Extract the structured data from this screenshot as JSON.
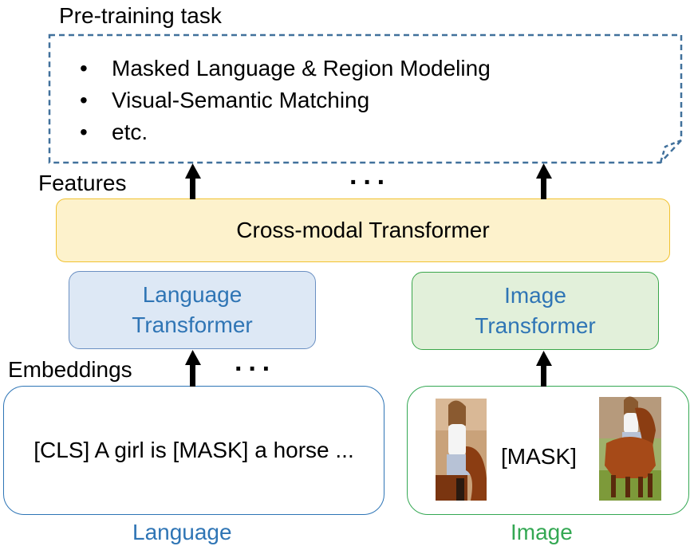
{
  "pretraining": {
    "title": "Pre-training task",
    "bullet": "•",
    "items": [
      "Masked Language & Region Modeling",
      "Visual-Semantic Matching",
      "etc."
    ]
  },
  "features_label": "Features",
  "embeddings_label": "Embeddings",
  "ellipsis": "···",
  "cross_modal": "Cross-modal Transformer",
  "language_transformer": [
    "Language",
    "Transformer"
  ],
  "image_transformer": [
    "Image",
    "Transformer"
  ],
  "language_input": "[CLS] A girl is [MASK] a horse ...",
  "image_mask": "[MASK]",
  "language_caption": "Language",
  "image_caption": "Image",
  "colors": {
    "cross_fill": "#fdf2cc",
    "language_fill": "#dde8f5",
    "image_fill": "#e2f0da",
    "language_text": "#2f75b5",
    "image_border": "#34a853",
    "task_border": "#41719c"
  }
}
